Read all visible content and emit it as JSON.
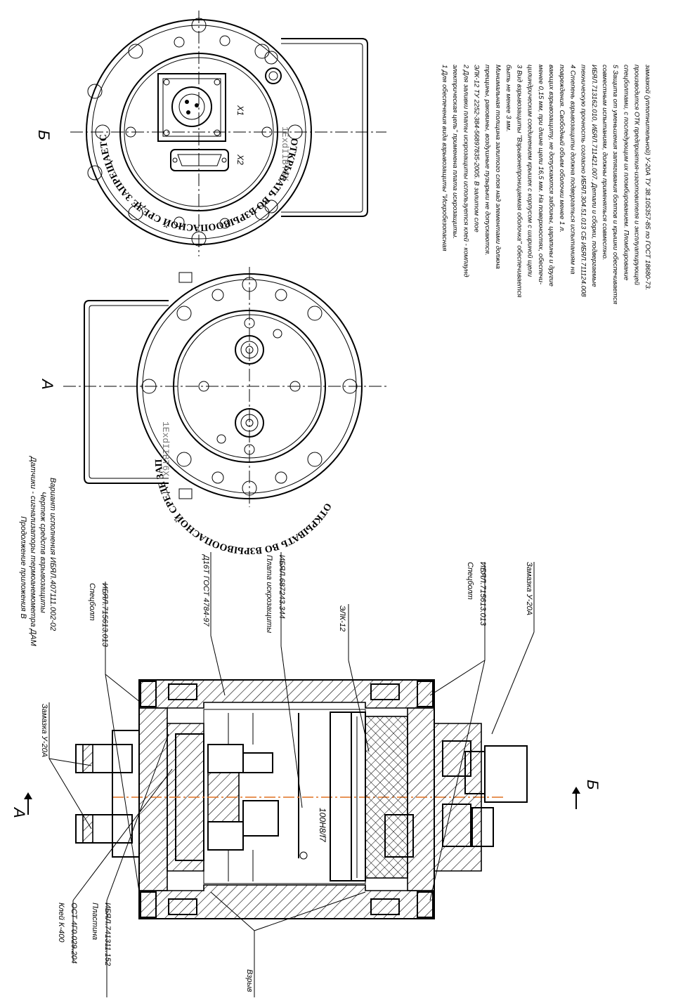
{
  "view_labels": {
    "a_top": "А",
    "b_top": "Б",
    "a_bottom": "А",
    "b_bottom": "Б"
  },
  "appendix": {
    "line1": "Продолжение приложения В",
    "line2": "Датчики - сигнализаторы термоанемометра ДАМ",
    "line3": "Чертеж средств взрывозащиты",
    "line4": "Вариант исполнения ИБЯЛ.407111.002-02"
  },
  "stamp_text": {
    "a_view": "ОТКРЫВАТЬ ВО ВЗРЫВООПАСНОЙ СРЕДЕ ЗАПРЕЩАЕТСЯ",
    "b_view": "ОТКРЫВАТЬ ВО ВЗРЫВООПАСНОЙ СРЕДЕ ЗАПРЕЩАЕТСЯ"
  },
  "marking": {
    "a_view": "1ExdIIBT6X",
    "b_view": "1ExdIIBT6X"
  },
  "connector_marks": {
    "x1": "Х1",
    "x2": "Х2"
  },
  "callouts": {
    "specbolt_left": {
      "name": "Спецболт",
      "code": "ИБЯЛ.715613.013"
    },
    "dlvt": {
      "name": "Д16Т ГОСТ 4784-97"
    },
    "plata": {
      "name": "Плата искрозащиты",
      "code": "ИБЯЛ.687243.344"
    },
    "elk": {
      "name": "ЭЛК-12"
    },
    "specbolt_right": {
      "name": "Спецболт",
      "code": "ИБЯЛ.715613.013"
    },
    "zamazka_right": {
      "name": "Замазка У-20А"
    },
    "zamazka_left": {
      "name": "Замазка У-20А"
    },
    "klei": {
      "name": "Клей К-400",
      "code": "ОСТ 4Г0.029.204"
    },
    "plastina": {
      "name": "Пластина",
      "code": "ИБЯЛ.741311.152"
    },
    "vzryv": {
      "name": "Взрыв"
    },
    "fit": {
      "name": "100Н8/f7"
    }
  },
  "notes": [
    "1  Для обеспечения вида взрывозащиты \"Искробезопасная",
    "электрическая цепь\" применена плата искрозащиты.",
    "2  Для заливки платы искрозащиты используется клей - компаунд",
    "ЭЛК-12 ТУ 2252-384-56897835-2005. В залитом слое",
    "трещины, раковины, воздушные пузырьки не допускаются.",
    "Минимальная толщина залитого слоя над элементами должна",
    "быть не менее 3 мм.",
    "3  Вид взрывозащиты \"Взрывонепроницаемая оболочка\" обеспечивается",
    "цилиндрическим соединением крышек с корпусом с шириной щели",
    "менее 0,15 мм, при длине щели 16,5 мм. На поверхностях, обеспечи-",
    "вающих взрывозащиту, не допускаются забоины, царапины и другие",
    "повреждения. Свободный объем оболочки менее 1 л.",
    "4  Степень взрывозащиты должна подвергаться испытаниям на",
    "техническую прочность согласно ИБЯЛ.304.51.013 СБ ИБЯЛ.711124.008",
    "ИБЯЛ.713162.010, ИБЯЛ.711421.007. Детали и сборки, подвергаемые",
    "совместным испытаниям, должны применяться совместно.",
    "5  Защита от уменьшения затягивания болтов и крышки обеспечивается",
    "спецболтами, с последующим их пломбированием. Пломбирование",
    "производится ОТК предприятия-изготовителя и эксплуатирующей",
    "замазкой (уплотнительной) У-20А ТУ 38.105357-85 по ГОСТ 18680-73."
  ]
}
